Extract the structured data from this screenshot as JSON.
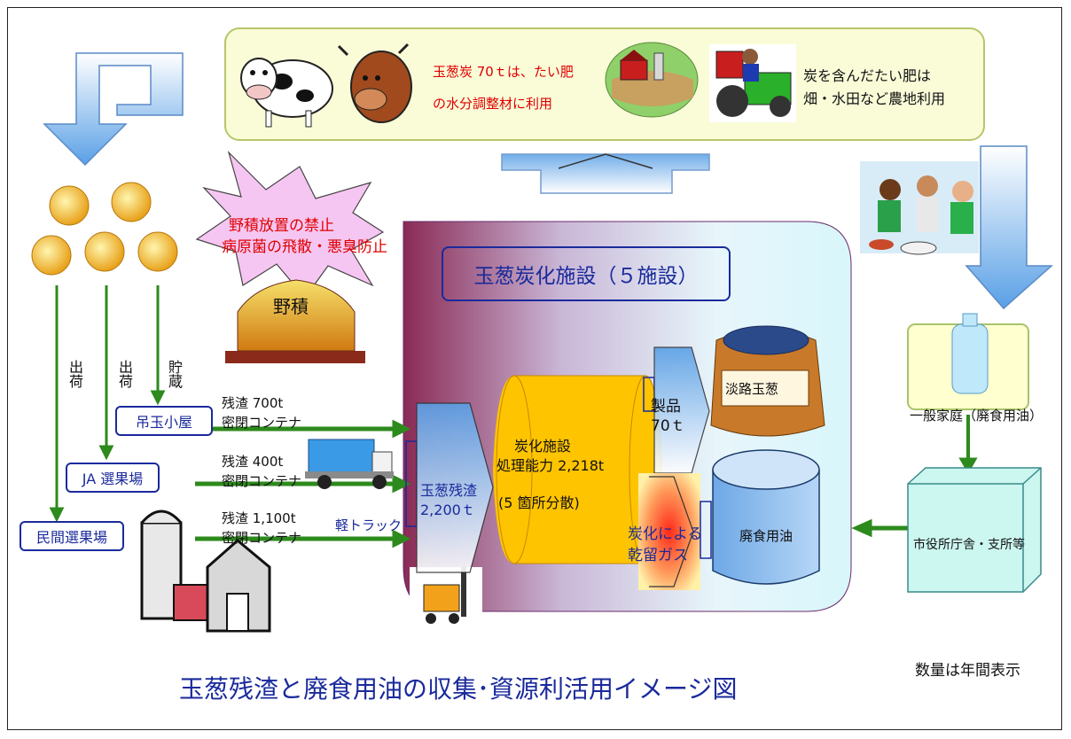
{
  "top_box": {
    "line1": "玉葱炭 70ｔは、たい肥",
    "line2": "の水分調整材に利用",
    "right_line1": "炭を含んだたい肥は",
    "right_line2": "畑・水田など農地利用"
  },
  "burst": {
    "line1": "野積放置の禁止",
    "line2": "病原菌の飛散・悪臭防止"
  },
  "noseki": "野積",
  "facility_title": "玉葱炭化施設（５施設）",
  "shipping": {
    "label1": "出荷",
    "label2": "出荷",
    "label3": "貯蔵"
  },
  "sources": {
    "tsuridama": "吊玉小屋",
    "ja": "JA 選果場",
    "minkan": "民間選果場"
  },
  "routes": [
    {
      "amount": "残渣 700t",
      "container": "密閉コンテナ"
    },
    {
      "amount": "残渣 400t",
      "container": "密閉コンテナ"
    },
    {
      "amount": "残渣 1,100t",
      "container": "密閉コンテナ"
    }
  ],
  "truck_label": "軽トラック",
  "residue": {
    "line1": "玉葱残渣",
    "line2": "2,200ｔ"
  },
  "kiln": {
    "line1": "炭化施設",
    "line2": "処理能力 2,218t",
    "line3": "(5 箇所分散)"
  },
  "product": {
    "line1": "製品",
    "line2": "70ｔ"
  },
  "sack_label": "淡路玉葱",
  "gas": {
    "line1": "炭化による",
    "line2": "乾留ガス"
  },
  "oil_tank": "廃食用油",
  "household": "一般家庭（廃食用油）",
  "city_office": "市役所庁舎・支所等",
  "annual_note": "数量は年間表示",
  "main_title": "玉葱残渣と廃食用油の収集･資源利活用イメージ図",
  "colors": {
    "red_text": "#e00000",
    "blue_text": "#1a2a9c",
    "arrow_green": "#2d8a1c",
    "kiln_yellow": "#ffc400",
    "top_box_fill": "#fafcd8",
    "burst_fill": "#f6c6f2",
    "office_fill": "#ccf6f0"
  }
}
